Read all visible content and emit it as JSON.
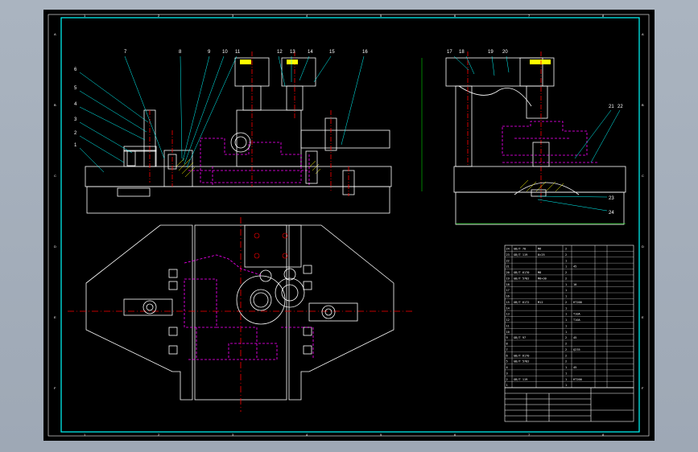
{
  "colors": {
    "background": "#000000",
    "frame": "#ffffff",
    "border": "#00ffff",
    "outline": "#ffffff",
    "hidden": "#ff00ff",
    "center": "#ff0000",
    "leader": "#00ffff",
    "highlight": "#ffff00",
    "green": "#00ff00"
  },
  "part_labels": {
    "top": [
      "7",
      "8",
      "9",
      "10",
      "11",
      "12",
      "13",
      "14",
      "15",
      "16"
    ],
    "left": [
      "6",
      "5",
      "4",
      "3",
      "2",
      "1"
    ],
    "side_top": [
      "17",
      "18",
      "19",
      "20"
    ],
    "side_right": [
      "21",
      "22"
    ],
    "side_bottom": [
      "23",
      "24"
    ]
  },
  "border_marks": {
    "columns": [
      "1",
      "2",
      "3",
      "4",
      "5",
      "6",
      "7",
      "8"
    ],
    "rows": [
      "A",
      "B",
      "C",
      "D",
      "E",
      "F"
    ]
  },
  "parts_list": {
    "rows": [
      [
        "24",
        "GB/T 70",
        "M6",
        "2",
        ""
      ],
      [
        "23",
        "GB/T 119",
        "8×25",
        "2",
        ""
      ],
      [
        "22",
        "",
        "",
        "1",
        ""
      ],
      [
        "21",
        "",
        "",
        "1",
        "45"
      ],
      [
        "20",
        "GB/T 6170",
        "M8",
        "2",
        ""
      ],
      [
        "19",
        "GB/T 5782",
        "M8×30",
        "2",
        ""
      ],
      [
        "18",
        "",
        "",
        "1",
        "10"
      ],
      [
        "17",
        "",
        "",
        "1",
        ""
      ],
      [
        "16",
        "",
        "",
        "1",
        ""
      ],
      [
        "15",
        "GB/T 6172",
        "M12",
        "2",
        "HT200"
      ],
      [
        "14",
        "",
        "",
        "1",
        ""
      ],
      [
        "13",
        "",
        "",
        "1",
        "T10A"
      ],
      [
        "12",
        "",
        "",
        "1",
        "T10A"
      ],
      [
        "11",
        "",
        "",
        "1",
        ""
      ],
      [
        "10",
        "",
        "",
        "1",
        ""
      ],
      [
        "9",
        "GB/T 97",
        "",
        "2",
        "45"
      ],
      [
        "8",
        "",
        "",
        "2",
        ""
      ],
      [
        "7",
        "",
        "",
        "2",
        "Q235"
      ],
      [
        "6",
        "GB/T 6170",
        "",
        "2",
        ""
      ],
      [
        "5",
        "GB/T 5782",
        "",
        "2",
        ""
      ],
      [
        "4",
        "",
        "",
        "1",
        "45"
      ],
      [
        "3",
        "",
        "",
        "1",
        ""
      ],
      [
        "2",
        "GB/T 119",
        "",
        "1",
        "HT200"
      ],
      [
        "1",
        "",
        "",
        "1",
        ""
      ]
    ]
  }
}
